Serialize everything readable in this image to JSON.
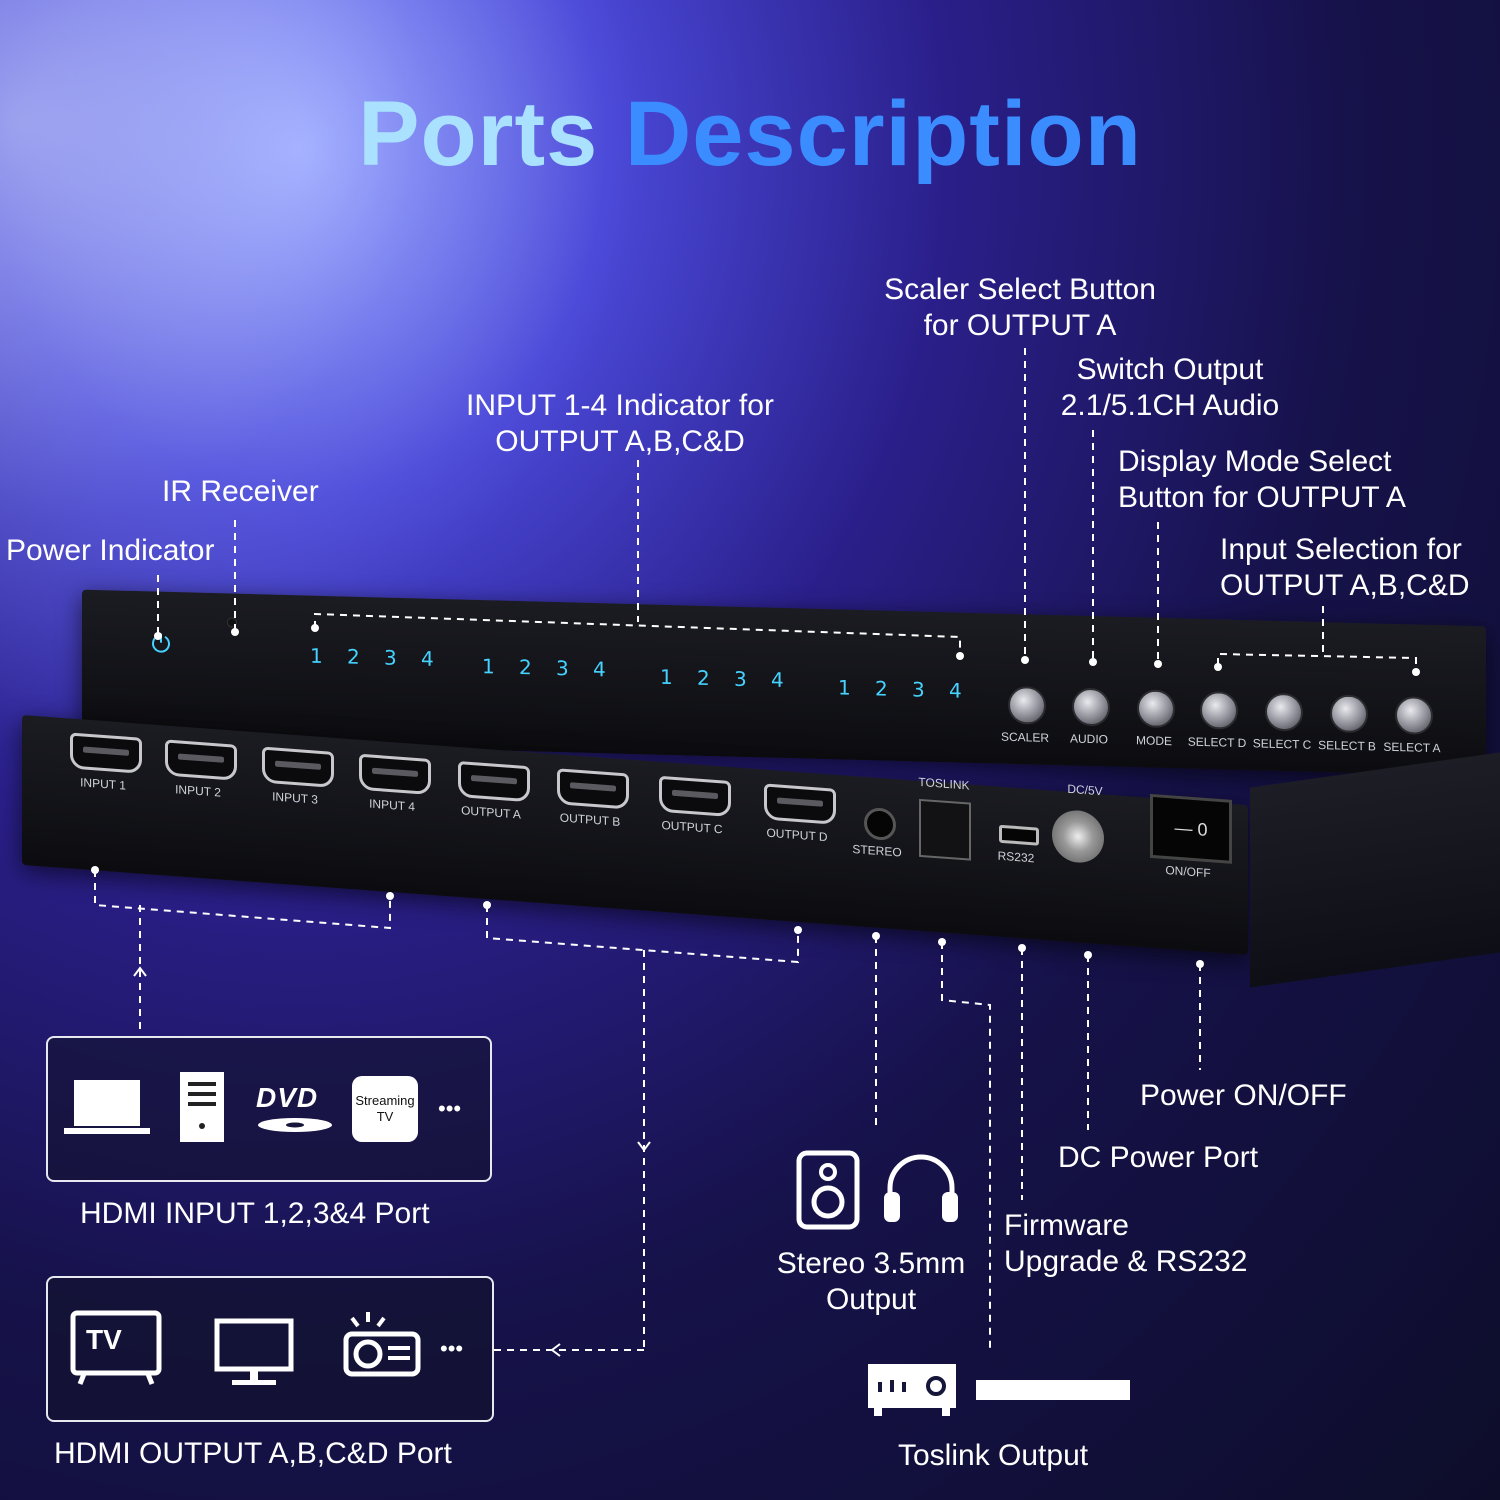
{
  "title": {
    "word1": "Ports",
    "word2": "Description"
  },
  "top_labels": {
    "power_indicator": "Power Indicator",
    "ir_receiver": "IR Receiver",
    "input_indicator": "INPUT 1-4 Indicator for\nOUTPUT A,B,C&D",
    "scaler_select": "Scaler Select Button\nfor OUTPUT A",
    "switch_output_audio": "Switch Output\n2.1/5.1CH Audio",
    "display_mode": "Display Mode Select\nButton for OUTPUT A",
    "input_selection": "Input Selection for\nOUTPUT A,B,C&D"
  },
  "front_panel": {
    "indicator_groups": [
      [
        "1",
        "2",
        "3",
        "4"
      ],
      [
        "1",
        "2",
        "3",
        "4"
      ],
      [
        "1",
        "2",
        "3",
        "4"
      ],
      [
        "1",
        "2",
        "3",
        "4"
      ]
    ],
    "buttons": [
      "SCALER",
      "AUDIO",
      "MODE",
      "SELECT D",
      "SELECT C",
      "SELECT B",
      "SELECT A"
    ]
  },
  "rear_panel": {
    "hdmi_ports": [
      "INPUT 1",
      "INPUT 2",
      "INPUT 3",
      "INPUT 4",
      "OUTPUT A",
      "OUTPUT B",
      "OUTPUT C",
      "OUTPUT D"
    ],
    "stereo": "STEREO",
    "toslink": "TOSLINK",
    "rs232": "RS232",
    "dc": "DC/5V",
    "onoff": "ON/OFF",
    "switch_text": "— 0"
  },
  "bottom_labels": {
    "hdmi_input_port": "HDMI INPUT 1,2,3&4 Port",
    "hdmi_output_port": "HDMI OUTPUT A,B,C&D Port",
    "stereo_output": "Stereo 3.5mm\nOutput",
    "toslink_output": "Toslink Output",
    "firmware": "Firmware\nUpgrade & RS232",
    "dc_power": "DC Power Port",
    "power_onoff": "Power ON/OFF"
  },
  "source_devices": {
    "dvd": "DVD",
    "streaming": "Streaming\nTV",
    "more": "•••"
  },
  "display_devices": {
    "tv": "TV",
    "more": "•••"
  },
  "icons": [
    "power-icon",
    "laptop-icon",
    "desktop-tower-icon",
    "dvd-icon",
    "streaming-tv-icon",
    "tv-icon",
    "monitor-icon",
    "projector-icon",
    "speaker-icon",
    "headphones-icon",
    "soundbar-icon",
    "receiver-icon"
  ]
}
